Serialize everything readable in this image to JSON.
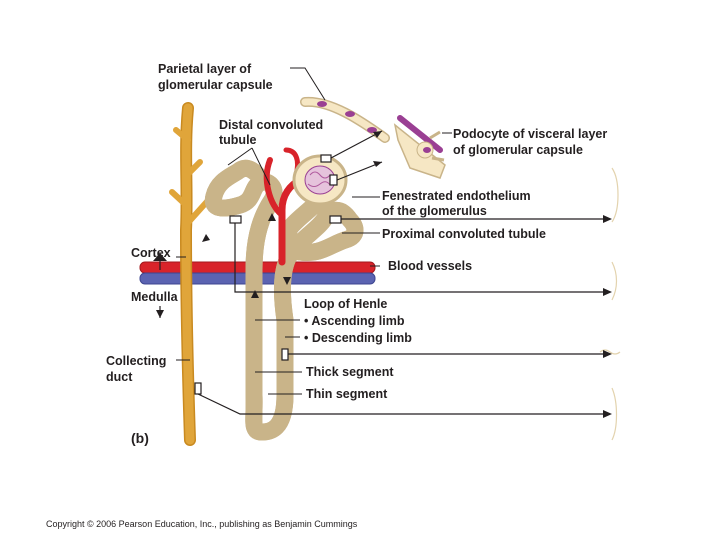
{
  "figure": {
    "panel_label": "(b)",
    "copyright": "Copyright © 2006 Pearson Education, Inc., publishing as Benjamin Cummings"
  },
  "labels": {
    "parietal_layer": [
      "Parietal layer of",
      "glomerular capsule"
    ],
    "distal_tubule": [
      "Distal convoluted",
      "tubule"
    ],
    "podocyte": [
      "Podocyte of visceral layer",
      "of glomerular capsule"
    ],
    "fenestrated": [
      "Fenestrated endothelium",
      "of the glomerulus"
    ],
    "proximal_tubule": "Proximal convoluted tubule",
    "blood_vessels": "Blood vessels",
    "cortex": "Cortex",
    "medulla": "Medulla",
    "loop_of_henle": "Loop of Henle",
    "ascending_limb": "• Ascending limb",
    "descending_limb": "• Descending limb",
    "collecting_duct": [
      "Collecting",
      "duct"
    ],
    "thick_segment": "Thick segment",
    "thin_segment": "Thin segment"
  },
  "colors": {
    "tubule_fill": "#f6e7c4",
    "tubule_outline": "#c9b489",
    "collecting_duct": "#e0a53a",
    "artery": "#d8232a",
    "vein": "#5b63b1",
    "cell_nucleus": "#9a3f93",
    "glomerulus": "#e6c3dc",
    "text": "#231f20"
  }
}
